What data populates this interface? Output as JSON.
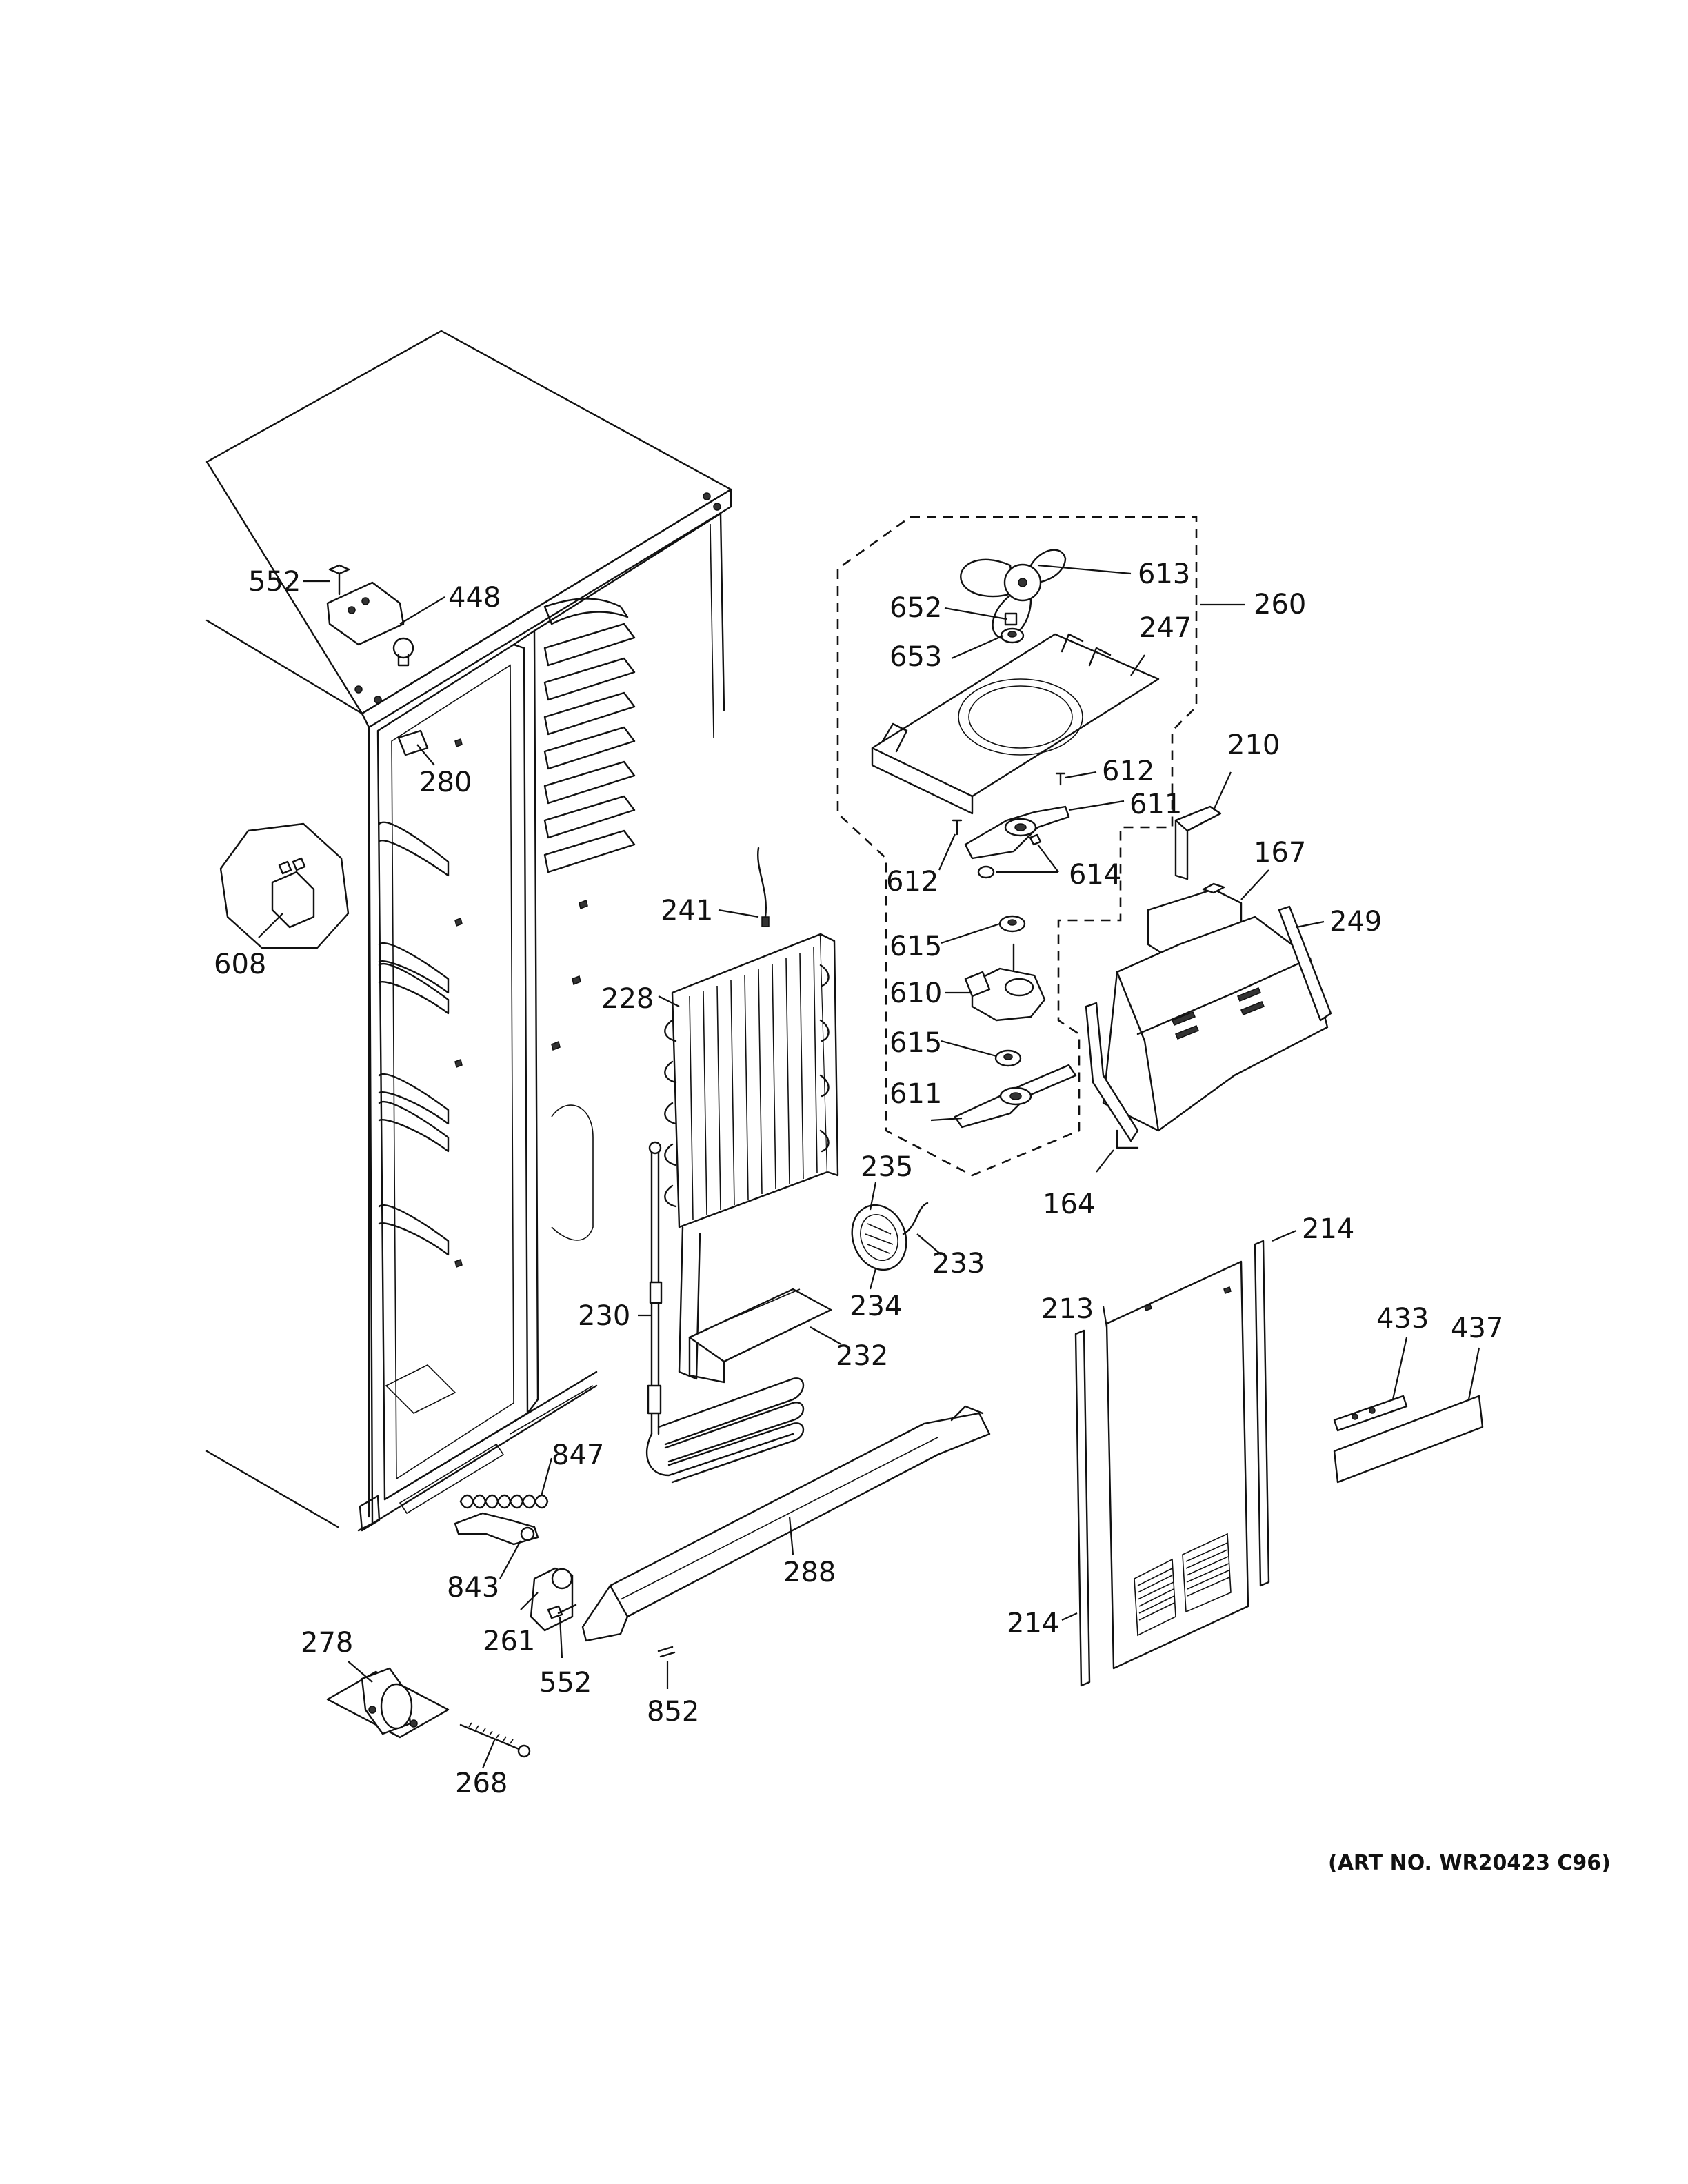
{
  "art_number": "(ART NO. WR20423 C96)",
  "callouts": {
    "c552a": "552",
    "c448": "448",
    "c280": "280",
    "c608": "608",
    "c613": "613",
    "c652": "652",
    "c653": "653",
    "c247": "247",
    "c260": "260",
    "c612a": "612",
    "c611a": "611",
    "c612b": "612",
    "c614": "614",
    "c210": "210",
    "c167": "167",
    "c249": "249",
    "c615a": "615",
    "c610": "610",
    "c615b": "615",
    "c611b": "611",
    "c241": "241",
    "c228": "228",
    "c235": "235",
    "c233": "233",
    "c234": "234",
    "c230": "230",
    "c232": "232",
    "c164": "164",
    "c214a": "214",
    "c213": "213",
    "c433": "433",
    "c437": "437",
    "c847": "847",
    "c843": "843",
    "c288": "288",
    "c261": "261",
    "c552b": "552",
    "c852": "852",
    "c278": "278",
    "c268": "268",
    "c214b": "214"
  }
}
